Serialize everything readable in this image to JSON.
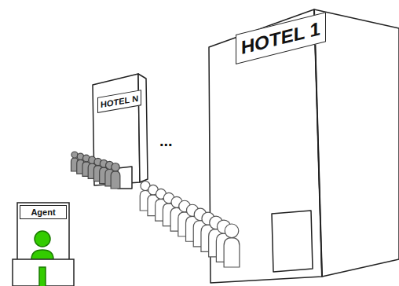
{
  "diagram": {
    "nodes": [
      {
        "text": [
          "HOTEL N"
        ]
      },
      {
        "text": [
          "HOTEL 1"
        ]
      },
      {
        "text": [
          "Agent"
        ]
      }
    ],
    "labels": [
      "..."
    ]
  }
}
